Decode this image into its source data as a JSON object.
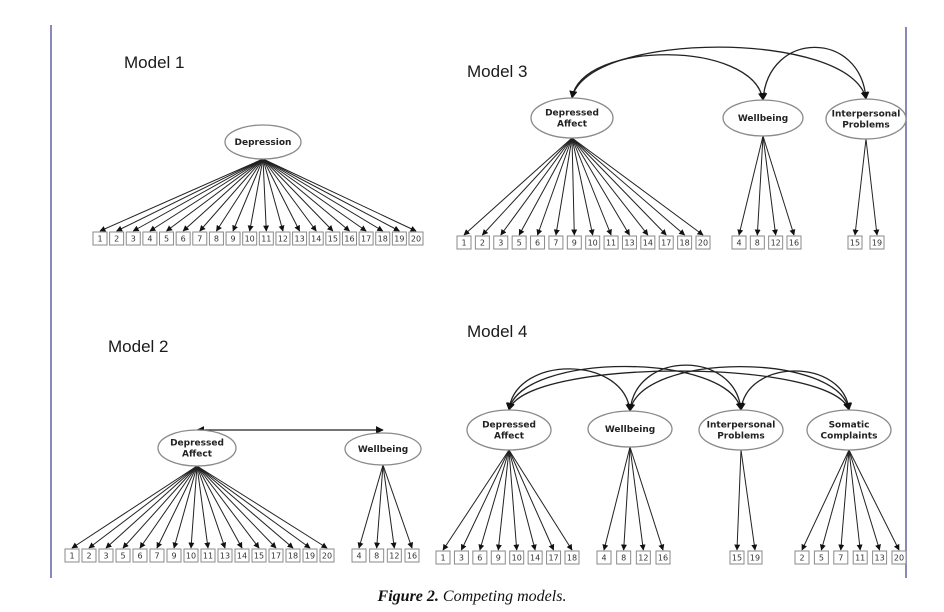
{
  "figure": {
    "caption_label": "Figure 2.",
    "caption_text": " Competing models."
  },
  "models": [
    {
      "id": "model1",
      "title": "Model 1",
      "factors": [
        {
          "name": "Depression",
          "lines": [
            "Depression"
          ],
          "indicators": [
            "1",
            "2",
            "3",
            "4",
            "5",
            "6",
            "7",
            "8",
            "9",
            "10",
            "11",
            "12",
            "13",
            "14",
            "15",
            "16",
            "17",
            "18",
            "19",
            "20"
          ]
        }
      ],
      "covariances": []
    },
    {
      "id": "model2",
      "title": "Model 2",
      "factors": [
        {
          "name": "Depressed Affect",
          "lines": [
            "Depressed",
            "Affect"
          ],
          "indicators": [
            "1",
            "2",
            "3",
            "5",
            "6",
            "7",
            "9",
            "10",
            "11",
            "13",
            "14",
            "15",
            "17",
            "18",
            "19",
            "20"
          ]
        },
        {
          "name": "Wellbeing",
          "lines": [
            "Wellbeing"
          ],
          "indicators": [
            "4",
            "8",
            "12",
            "16"
          ]
        }
      ],
      "covariances": [
        [
          0,
          1
        ]
      ]
    },
    {
      "id": "model3",
      "title": "Model 3",
      "factors": [
        {
          "name": "Depressed Affect",
          "lines": [
            "Depressed",
            "Affect"
          ],
          "indicators": [
            "1",
            "2",
            "3",
            "5",
            "6",
            "7",
            "9",
            "10",
            "11",
            "13",
            "14",
            "17",
            "18",
            "20"
          ]
        },
        {
          "name": "Wellbeing",
          "lines": [
            "Wellbeing"
          ],
          "indicators": [
            "4",
            "8",
            "12",
            "16"
          ]
        },
        {
          "name": "Interpersonal Problems",
          "lines": [
            "Interpersonal",
            "Problems"
          ],
          "indicators": [
            "15",
            "19"
          ]
        }
      ],
      "covariances": [
        [
          0,
          1
        ],
        [
          0,
          2
        ],
        [
          1,
          2
        ]
      ]
    },
    {
      "id": "model4",
      "title": "Model 4",
      "factors": [
        {
          "name": "Depressed Affect",
          "lines": [
            "Depressed",
            "Affect"
          ],
          "indicators": [
            "1",
            "3",
            "6",
            "9",
            "10",
            "14",
            "17",
            "18"
          ]
        },
        {
          "name": "Wellbeing",
          "lines": [
            "Wellbeing"
          ],
          "indicators": [
            "4",
            "8",
            "12",
            "16"
          ]
        },
        {
          "name": "Interpersonal Problems",
          "lines": [
            "Interpersonal",
            "Problems"
          ],
          "indicators": [
            "15",
            "19"
          ]
        },
        {
          "name": "Somatic Complaints",
          "lines": [
            "Somatic",
            "Complaints"
          ],
          "indicators": [
            "2",
            "5",
            "7",
            "11",
            "13",
            "20"
          ]
        }
      ],
      "covariances": [
        [
          0,
          1
        ],
        [
          0,
          2
        ],
        [
          0,
          3
        ],
        [
          1,
          2
        ],
        [
          1,
          3
        ],
        [
          2,
          3
        ]
      ]
    }
  ]
}
